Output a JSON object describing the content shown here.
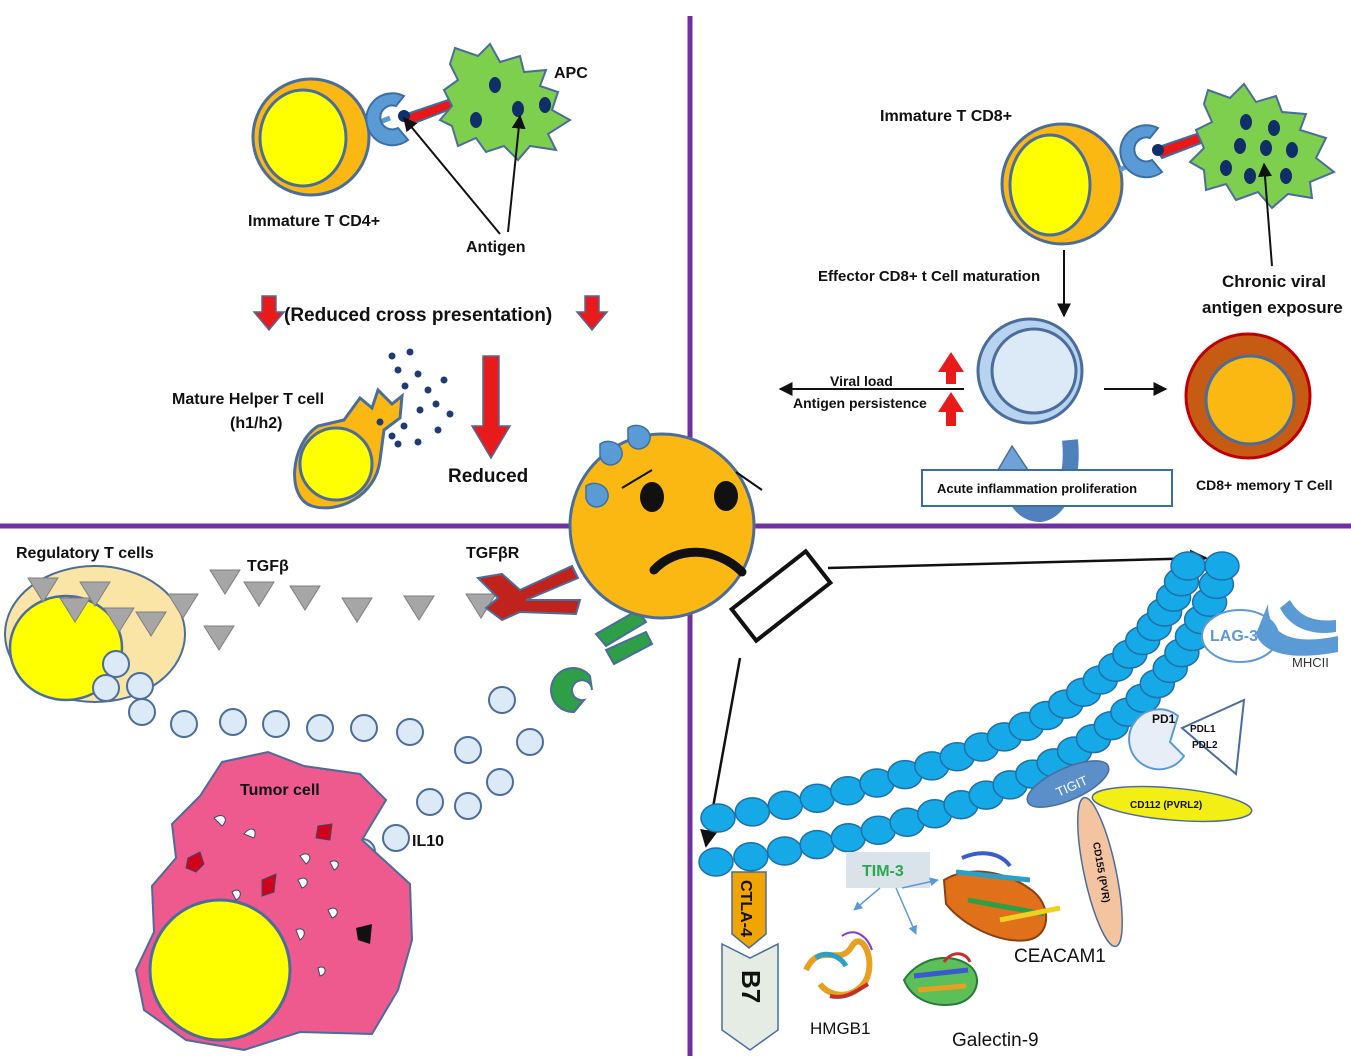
{
  "colors": {
    "divider": "#7030a0",
    "cell_outer": "#fbb813",
    "cell_inner": "#ffff00",
    "cell_stroke": "#4a6d9c",
    "apc_fill": "#7ecf4e",
    "apc_dot": "#0f2f68",
    "receptor_blue": "#5b9bd5",
    "antigen_red": "#e81818",
    "arrow_red": "#e81a1a",
    "light_circle": "#dce9f6",
    "tgf_triangle": "#a6a6a6",
    "tgfbr_red": "#c0231c",
    "green_receptor": "#2e9f46",
    "tumor_pink": "#ee5a8d",
    "chain_blue": "#16a9e8",
    "ctla4_orange": "#f0a500",
    "tigit_blue": "#5b8fc9",
    "cd112_yellow": "#f3ee13",
    "cd155_peach": "#f4c3a0",
    "tim3_text": "#29a850",
    "memory_outer": "#c65b13",
    "face_fill": "#fbb813"
  },
  "top_left": {
    "apc_label": "APC",
    "immature_cd4_label": "Immature T CD4+",
    "antigen_label": "Antigen",
    "reduced_cross_label": "(Reduced cross presentation)",
    "mature_helper_line1": "Mature Helper T cell",
    "mature_helper_line2": "(h1/h2)",
    "reduced_label": "Reduced"
  },
  "top_right": {
    "immature_cd8_label": "Immature T CD8+",
    "effector_label": "Effector CD8+ t Cell maturation",
    "chronic_line1": "Chronic viral",
    "chronic_line2": "antigen exposure",
    "viral_load_label": "Viral load",
    "antigen_persistence_label": "Antigen persistence",
    "acute_label": "Acute inflammation proliferation",
    "memory_label": "CD8+ memory T Cell"
  },
  "bottom_left": {
    "regulatory_label": "Regulatory T cells",
    "tgfb_label": "TGFβ",
    "tgfbr_label": "TGFβR",
    "tumor_label": "Tumor cell",
    "il10_label": "IL10"
  },
  "bottom_right": {
    "lag3_label": "LAG-3",
    "mhcii_label": "MHCII",
    "pd1_label": "PD1",
    "pdl1_label": "PDL1",
    "pdl2_label": "PDL2",
    "tigit_label": "TIGIT",
    "cd112_label": "CD112 (PVRL2)",
    "cd155_label": "CD155 (PVR)",
    "tim3_label": "TIM-3",
    "ceacam1_label": "CEACAM1",
    "ctla4_label": "CTLA-4",
    "b7_label": "B7",
    "hmgb1_label": "HMGB1",
    "galectin9_label": "Galectin-9"
  }
}
